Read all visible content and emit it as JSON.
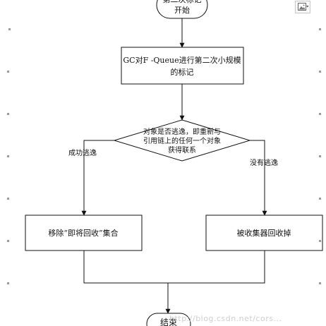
{
  "nodes": {
    "start": "第二次标记开始",
    "process1": "GC对F -Queue进行第二次小规模的标记",
    "decision": "对象是否逃逸，即重新与引用链上的任何一个对象获得联系",
    "process_left": "移除“即将回收”集合",
    "process_right": "被收集器回收掉",
    "end": "结束"
  },
  "edges": {
    "yes_label": "成功逃逸",
    "no_label": "没有逃逸"
  },
  "watermark": "http://blog.csdn.net/cors...",
  "colors": {
    "stroke": "#111111",
    "background": "#ffffff",
    "marker": "#9a9a9a"
  }
}
